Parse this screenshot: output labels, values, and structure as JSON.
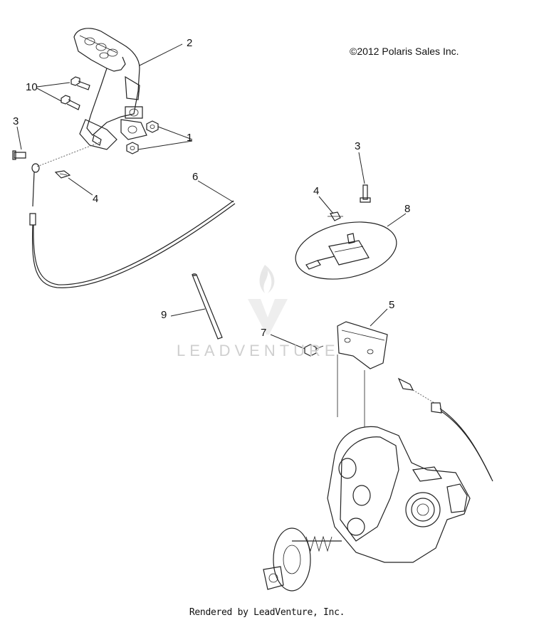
{
  "copyright": "©2012 Polaris Sales Inc.",
  "footer": "Rendered by LeadVenture, Inc.",
  "watermark": {
    "text": "LEADVENTURE"
  },
  "callouts": [
    "2",
    "10",
    "3",
    "1",
    "6",
    "4",
    "3",
    "4",
    "8",
    "9",
    "5",
    "7"
  ]
}
